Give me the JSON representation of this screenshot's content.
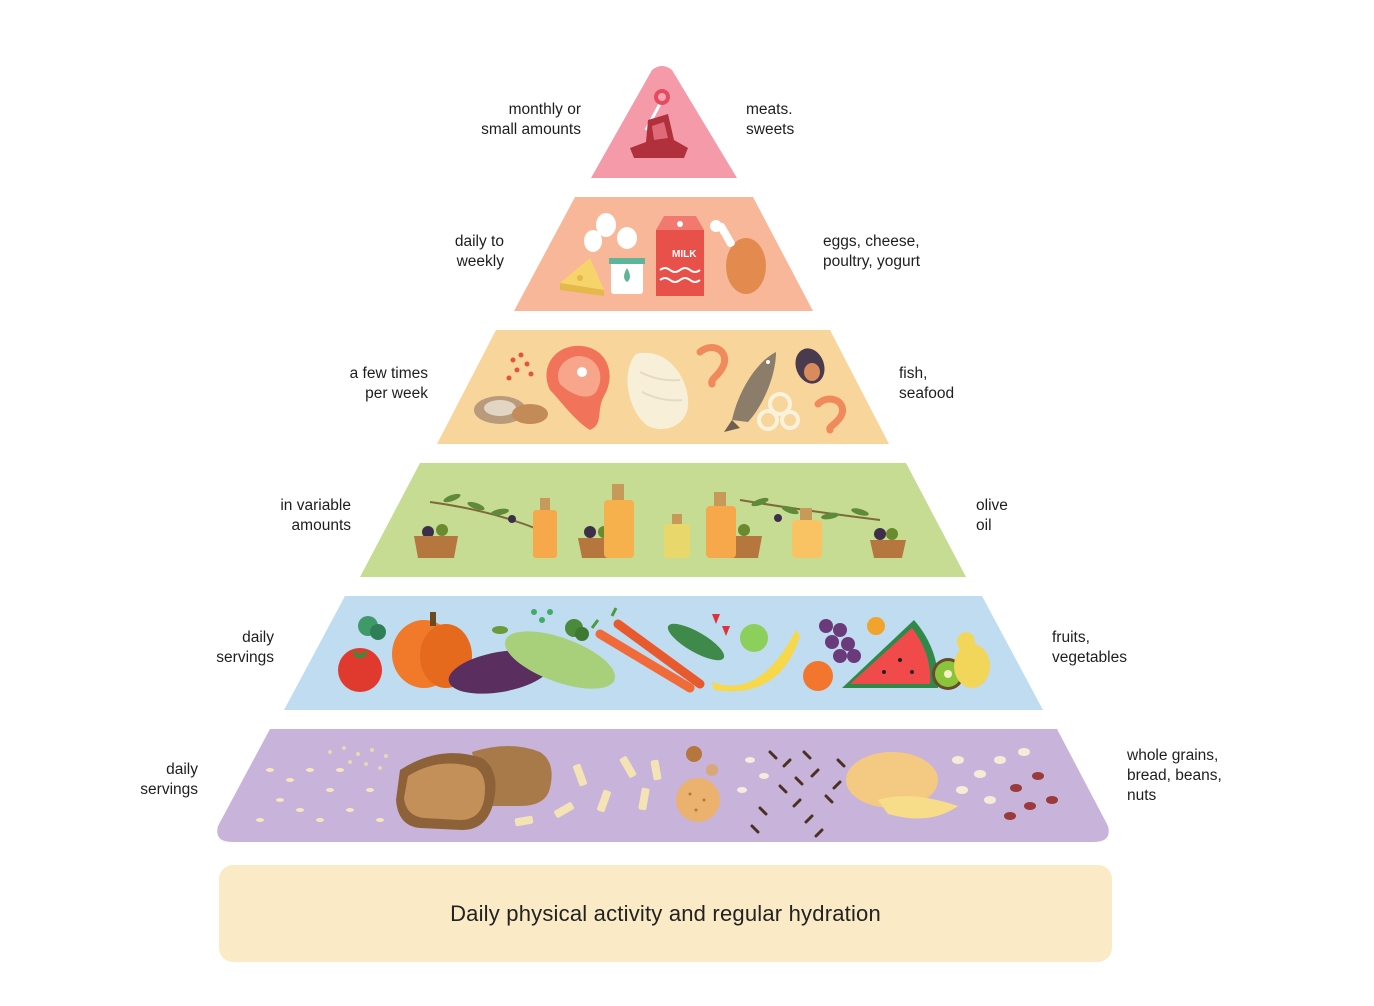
{
  "tiers": [
    {
      "frequency": "monthly or\nsmall amounts",
      "foods": "meats.\nsweets",
      "color": "#f49aa9"
    },
    {
      "frequency": "daily to\nweekly",
      "foods": "eggs, cheese,\npoultry, yogurt",
      "color": "#f9b79a"
    },
    {
      "frequency": "a few times\nper week",
      "foods": "fish,\nseafood",
      "color": "#f8d59a"
    },
    {
      "frequency": "in variable\namounts",
      "foods": "olive\noil",
      "color": "#c5dc92"
    },
    {
      "frequency": "daily\nservings",
      "foods": "fruits,\nvegetables",
      "color": "#bfdcf0"
    },
    {
      "frequency": "daily\nservings",
      "foods": "whole grains,\nbread, beans,\nnuts",
      "color": "#c8b3da"
    }
  ],
  "base": {
    "text": "Daily physical activity and regular hydration",
    "color": "#faebc6"
  },
  "icons": {
    "milk_label": "MILK"
  }
}
